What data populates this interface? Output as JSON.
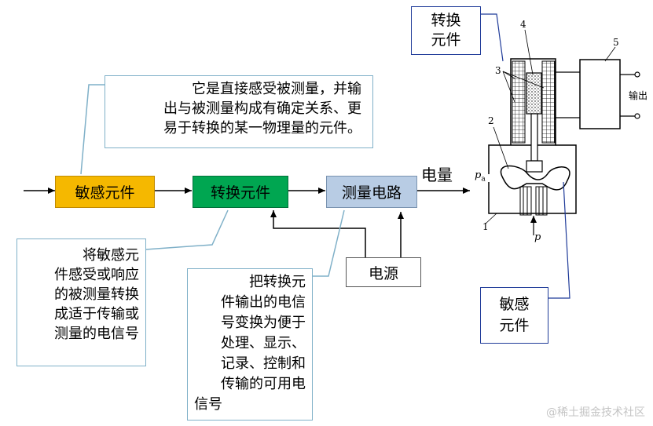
{
  "flow": {
    "sensing_element": "敏感元件",
    "conversion_element": "转换元件",
    "measuring_circuit": "测量电路",
    "output_label": "电量",
    "power_supply": "电源"
  },
  "callouts": {
    "sensing_desc": [
      "它是直接感受被测量，并输",
      "出与被测量构成有确定关系、更",
      "易于转换的某一物理量的元件。"
    ],
    "conversion_desc": [
      "将敏感元",
      "件感受或响应",
      "的被测量转换",
      "成适于传输或",
      "测量的电信号"
    ],
    "circuit_desc": [
      "把转换元",
      "件输出的电信",
      "号变换为便于",
      "处理、显示、",
      "记录、控制和",
      "传输的可用电",
      "信号"
    ]
  },
  "device": {
    "conversion_label": [
      "转换",
      "元件"
    ],
    "sensing_label": [
      "敏感",
      "元件"
    ],
    "part_numbers": [
      "1",
      "2",
      "3",
      "4",
      "5"
    ],
    "output_text": "输出",
    "pa_label": "p",
    "pa_subscript": "a",
    "p_label": "p"
  },
  "watermark": "@稀土掘金技术社区",
  "colors": {
    "sensing_fill": "#f5b800",
    "conversion_fill": "#00a651",
    "circuit_fill": "#b8cce4",
    "callout_border": "#7fb0c8",
    "label_border": "#1f3b99"
  }
}
